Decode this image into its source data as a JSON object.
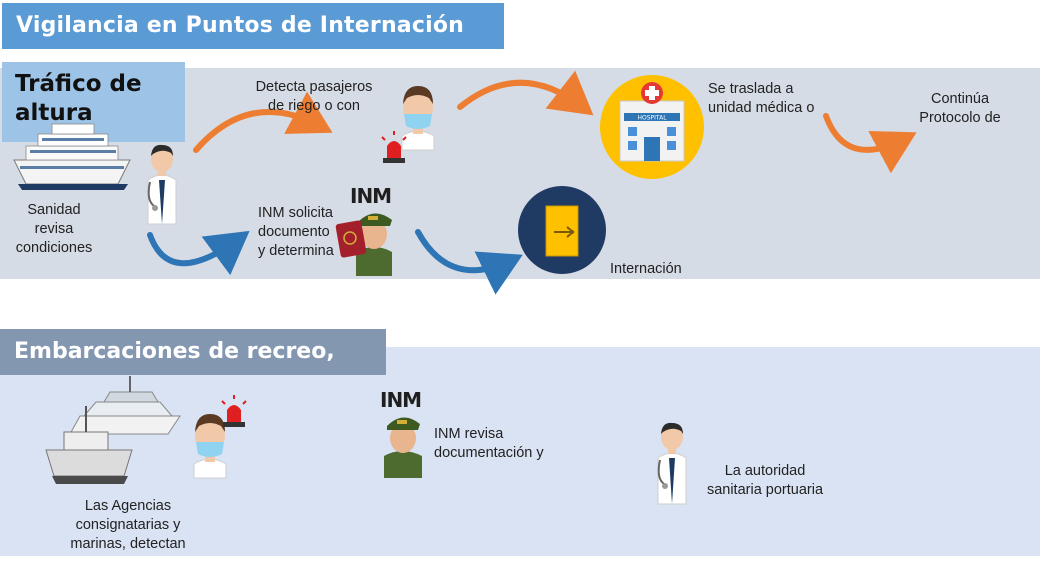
{
  "title": "Vigilancia en Puntos de Internación",
  "section1": {
    "title": "Tráfico de\naltura",
    "step1": "Sanidad\nrevisa\ncondiciones",
    "step2": "Detecta pasajeros\nde riego o con",
    "step3": "Se traslada a\nunidad médica o",
    "step4": "Continúa\nProtocolo de",
    "step5": "INM solicita\ndocumento\ny determina",
    "step6": "Internación",
    "hospital_sign": "HOSPITAL",
    "inm_logo": "INM"
  },
  "section2": {
    "title": "Embarcaciones de recreo,",
    "step1": "Las Agencias\nconsignatarias y\nmarinas, detectan",
    "step2": "INM revisa\ndocumentación y",
    "step3": "La autoridad\nsanitaria portuaria",
    "inm_logo": "INM"
  },
  "colors": {
    "title_banner": "#5b9bd5",
    "section1_banner": "#9dc3e6",
    "section1_panel": "#d6dce5",
    "section2_banner": "#8497b0",
    "section2_panel": "#dae3f3",
    "arrow_orange": "#ed7d31",
    "arrow_blue": "#2e75b6",
    "alarm_red": "#e02020"
  },
  "icons": [
    "cruise-ship",
    "doctor",
    "sick-passenger",
    "alarm-light",
    "hospital",
    "inm-officer",
    "passport",
    "exit-door",
    "yacht",
    "boat"
  ]
}
